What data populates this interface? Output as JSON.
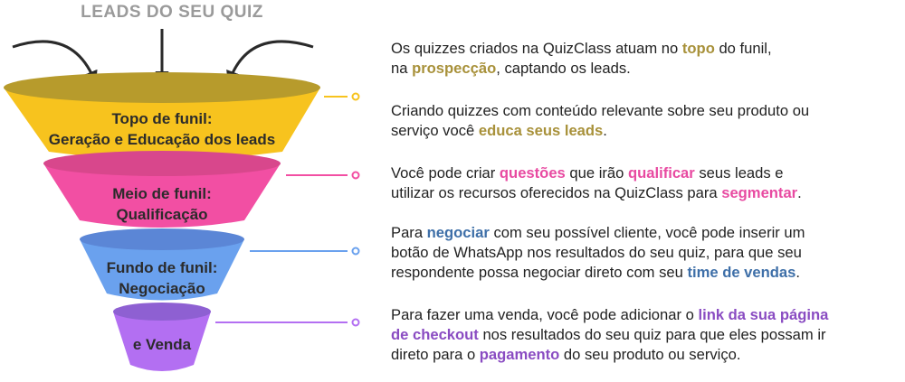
{
  "title": "LEADS DO SEU QUIZ",
  "colors": {
    "topo": "#f7c31e",
    "topo_rim": "#b79b2c",
    "meio": "#f24fa3",
    "meio_rim": "#d8478c",
    "fundo": "#6aa1ee",
    "fundo_rim": "#5b86d6",
    "venda": "#b36ff2",
    "venda_rim": "#8e60d2",
    "arrow": "#2a2a2a",
    "hl_topo": "#a8913a",
    "hl_meio": "#e84aa1",
    "hl_fundo": "#3e6fa8",
    "hl_venda": "#8a4cc2"
  },
  "icons": [
    "curved-arrow-left-icon",
    "straight-arrow-down-icon",
    "curved-arrow-right-icon"
  ],
  "stages": [
    {
      "line1": "Topo de funil:",
      "line2": "Geração e Educação dos leads"
    },
    {
      "line1": "Meio de funil:",
      "line2": "Qualificação"
    },
    {
      "line1": "Fundo de funil:",
      "line2": "Negociação"
    },
    {
      "line1": "e Venda",
      "line2": ""
    }
  ],
  "descriptions": [
    {
      "parts": [
        {
          "t": "Os quizzes criados na QuizClass atuam no "
        },
        {
          "t": "topo",
          "c": "hl_topo"
        },
        {
          "t": " do funil,\nna "
        },
        {
          "t": "prospecção",
          "c": "hl_topo"
        },
        {
          "t": ", captando os leads."
        }
      ]
    },
    {
      "parts": [
        {
          "t": "Criando quizzes com conteúdo relevante sobre seu produto ou\nserviço você "
        },
        {
          "t": "educa seus leads",
          "c": "hl_topo"
        },
        {
          "t": "."
        }
      ]
    },
    {
      "parts": [
        {
          "t": "Você pode criar "
        },
        {
          "t": "questões",
          "c": "hl_meio"
        },
        {
          "t": " que irão "
        },
        {
          "t": "qualificar",
          "c": "hl_meio"
        },
        {
          "t": " seus leads e\nutilizar os recursos oferecidos na QuizClass para "
        },
        {
          "t": "segmentar",
          "c": "hl_meio"
        },
        {
          "t": "."
        }
      ]
    },
    {
      "parts": [
        {
          "t": "Para "
        },
        {
          "t": "negociar",
          "c": "hl_fundo"
        },
        {
          "t": " com seu possível cliente, você pode inserir um\nbotão de WhatsApp nos resultados do seu quiz, para que seu\nrespondente possa negociar direto com seu "
        },
        {
          "t": "time de vendas",
          "c": "hl_fundo"
        },
        {
          "t": "."
        }
      ]
    },
    {
      "parts": [
        {
          "t": "Para fazer uma venda, você pode adicionar o "
        },
        {
          "t": "link da sua página\nde checkout",
          "c": "hl_venda"
        },
        {
          "t": " nos resultados do seu quiz para que eles possam ir\ndireto para o "
        },
        {
          "t": "pagamento",
          "c": "hl_venda"
        },
        {
          "t": " do seu produto ou serviço."
        }
      ]
    }
  ]
}
